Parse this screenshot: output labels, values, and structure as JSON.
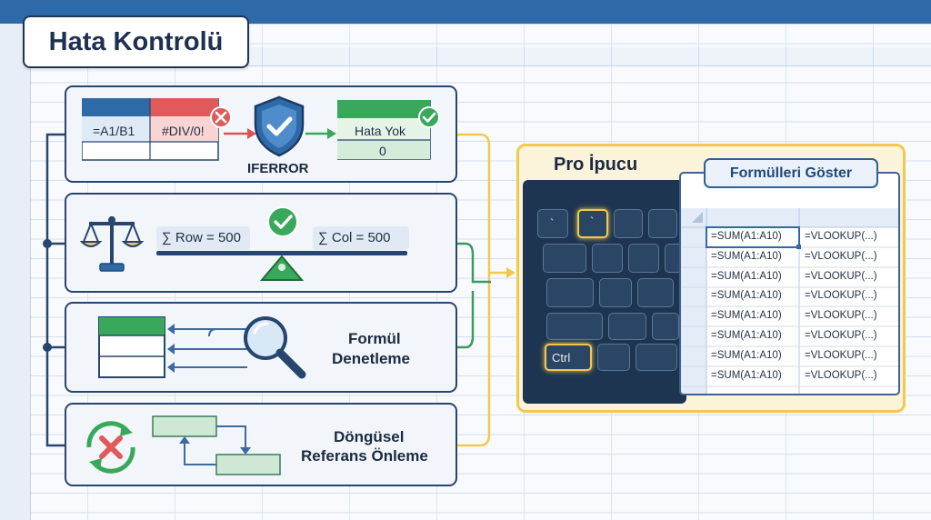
{
  "title": "Hata Kontrolü",
  "iferror": {
    "formula": "=A1/B1",
    "error": "#DIV/0!",
    "label": "IFERROR",
    "result_title": "Hata Yok",
    "result_value": "0"
  },
  "balance": {
    "row_sum": "∑ Row = 500",
    "col_sum": "∑ Col = 500"
  },
  "audit": {
    "line1": "Formül",
    "line2": "Denetleme"
  },
  "circular": {
    "line1": "Döngüsel",
    "line2": "Referans Önleme"
  },
  "pro_tip": {
    "title": "Pro İpucu",
    "button": "Formülleri Göster",
    "keys": {
      "backtick_left": "`",
      "backtick_right": "`",
      "ctrl": "Ctrl"
    },
    "rows": [
      [
        "=SUM(A1:A10)",
        "=VLOOKUP(...)"
      ],
      [
        "=SUM(A1:A10)",
        "=VLOOKUP(...)"
      ],
      [
        "=SUM(A1:A10)",
        "=VLOOKUP(...)"
      ],
      [
        "=SUM(A1:A10)",
        "=VLOOKUP(...)"
      ],
      [
        "=SUM(A1:A10)",
        "=VLOOKUP(...)"
      ],
      [
        "=SUM(A1:A10)",
        "=VLOOKUP(...)"
      ],
      [
        "=SUM(A1:A10)",
        "=VLOOKUP(...)"
      ],
      [
        "=SUM(A1:A10)",
        "=VLOOKUP(...)"
      ]
    ]
  },
  "colors": {
    "navy": "#27466e",
    "accent_yellow": "#f2c94c",
    "error_red": "#e05a5a",
    "ok_green": "#3aa85a",
    "link_green": "#3c9a5f",
    "blue": "#2f6aa8"
  }
}
